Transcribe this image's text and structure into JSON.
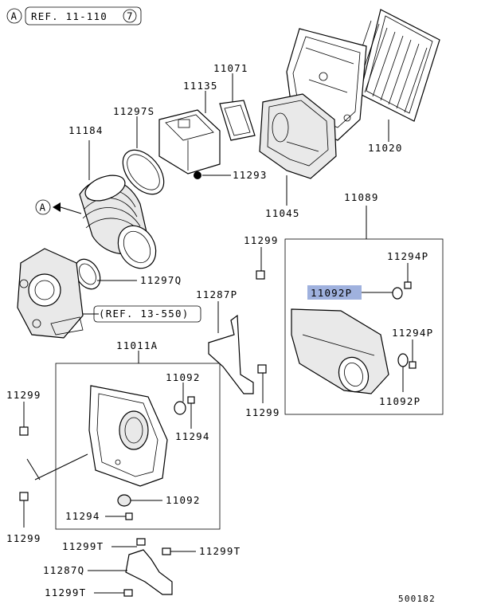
{
  "header": {
    "marker": "A",
    "ref_text": "REF. 11-110",
    "ref_circle": "7"
  },
  "labels": {
    "p11184": "11184",
    "p11297S": "11297S",
    "p11135": "11135",
    "p11071": "11071",
    "p11020": "11020",
    "p11293": "11293",
    "p11045": "11045",
    "p11089": "11089",
    "p11299_top": "11299",
    "p11294P_a": "11294P",
    "p11092P_highlight": "11092P",
    "p11294P_b": "11294P",
    "p11092P_b": "11092P",
    "p11297Q": "11297Q",
    "p11287P": "11287P",
    "ref_13_550": "(REF. 13-550)",
    "p11011A": "11011A",
    "p11092_a": "11092",
    "p11294_a": "11294",
    "p11092_b": "11092",
    "p11294_b": "11294",
    "p11299_left_top": "11299",
    "p11299_left_bottom": "11299",
    "p11299_mid": "11299",
    "p11299T_a": "11299T",
    "p11299T_b": "11299T",
    "p11287Q": "11287Q",
    "p11299T_c": "11299T",
    "arrow_marker": "A"
  },
  "footer": {
    "diagram_number": "500182"
  },
  "colors": {
    "highlight": "#9fb1de",
    "line": "#000000"
  }
}
